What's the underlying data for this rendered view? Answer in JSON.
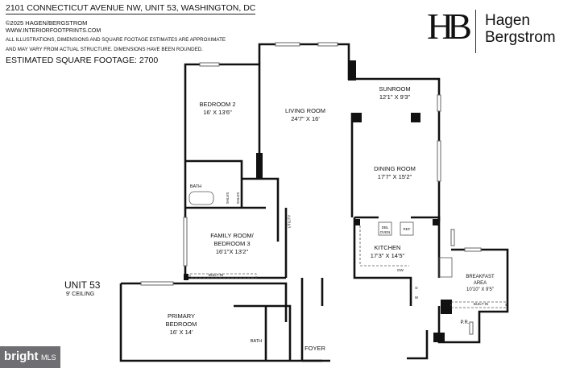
{
  "header": {
    "address": "2101 CONNECTICUT AVENUE NW, UNIT 53, WASHINGTON, DC",
    "copyright": "©2025 HAGEN/BERGSTROM",
    "website": "WWW.INTERIORFOOTPRINTS.COM",
    "disclaimer_line1": "ALL ILLUSTRATIONS, DIMENSIONS AND SQUARE FOOTAGE ESTIMATES ARE APPROXIMATE",
    "disclaimer_line2": "AND MAY VARY FROM ACTUAL STRUCTURE. DIMENSIONS HAVE BEEN ROUNDED.",
    "square_footage": "ESTIMATED SQUARE FOOTAGE: 2700"
  },
  "logo": {
    "monogram": "HB",
    "line1": "Hagen",
    "line2": "Bergstrom"
  },
  "unit": {
    "name": "UNIT 53",
    "ceiling": "9' CEILING"
  },
  "rooms": {
    "bedroom2": {
      "name": "BEDROOM 2",
      "dims": "16' X 13'6\""
    },
    "living": {
      "name": "LIVING ROOM",
      "dims": "24'7\" X 16'"
    },
    "sunroom": {
      "name": "SUNROOM",
      "dims": "12'1\" X 9'3\""
    },
    "dining": {
      "name": "DINING ROOM",
      "dims": "17'7\" X 15'2\""
    },
    "kitchen": {
      "name": "KITCHEN",
      "dims": "17'3\" X 14'5\""
    },
    "breakfast": {
      "name": "BREAKFAST AREA",
      "dims": "10'10\" X 9'5\""
    },
    "family": {
      "name": "FAMILY ROOM/ BEDROOM 3",
      "dims": "16'1\"X 13'2\""
    },
    "primary": {
      "name": "PRIMARY BEDROOM",
      "dims": "16' X 14'"
    },
    "foyer": {
      "name": "FOYER"
    },
    "bath1": {
      "name": "BATH"
    },
    "bath2": {
      "name": "BATH"
    },
    "powder": {
      "name": "P.R."
    }
  },
  "fixtures": {
    "built_in": "BUILT-IN",
    "utility": "UTILITY",
    "shelves": "SHLVS",
    "dbl_oven": "DBL OVEN",
    "ref": "REF",
    "dw": "DW",
    "d": "D",
    "w": "W"
  },
  "badge": {
    "brand": "bright",
    "suffix": "MLS"
  }
}
